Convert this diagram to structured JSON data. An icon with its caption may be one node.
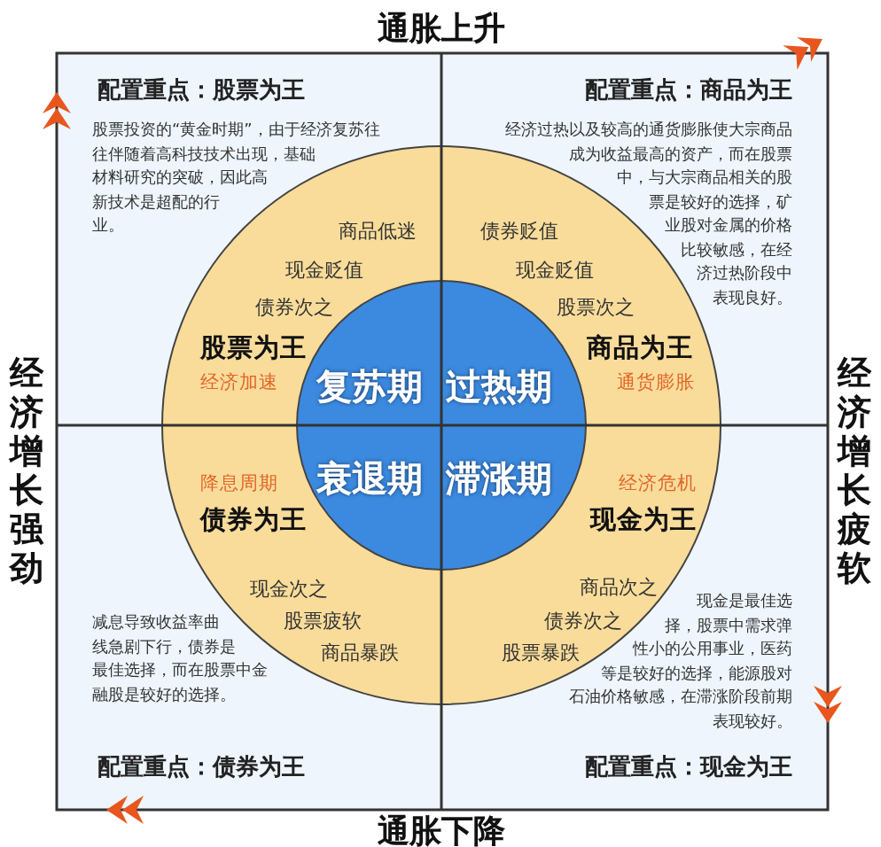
{
  "diagram": {
    "nodes": [
      {
        "text": [
          "商品低迷",
          "现金贬值",
          "债券次之",
          "股票为王",
          "经济加速",
          "债券贬值",
          "现金贬值",
          "股票次之",
          "商品为王",
          "通货膨胀",
          "降息周期",
          "债券为王",
          "现金次之",
          "股票疲软",
          "商品暴跌",
          "经济危机",
          "现金为王",
          "商品次之",
          "债券次之",
          "股票暴跌"
        ]
      },
      {
        "text": [
          "复苏期",
          "过热期",
          "衰退期",
          "滞涨期"
        ],
        "in": 0
      }
    ],
    "labels": [
      "通胀上升",
      "配置重点：股票为王",
      "配置重点：商品为王",
      "股票投资的“黄金时期”，由于经济复苏往往伴随着高科技技术出现，基础材料研究的突破，因此高新技术是超配的行业。",
      "经济过热以及较高的通货膨胀使大宗商品成为收益最高的资产，而在股票中，与大宗商品相关的股票是较好的选择，矿业股对金属的价格比较敏感，在经济过热阶段中表现良好。",
      "经济增长强劲",
      "经济增长疲软",
      "减息导致收益率曲线急剧下行，债券是最佳选择，而在股票中金融股是较好的选择。",
      "现金是最佳选择，股票中需求弹性小的公用事业，医药等是较好的选择，能源股对石油价格敏感，在滞涨阶段前期表现较好。",
      "配置重点：债券为王",
      "配置重点：现金为王",
      "通胀下降"
    ]
  }
}
